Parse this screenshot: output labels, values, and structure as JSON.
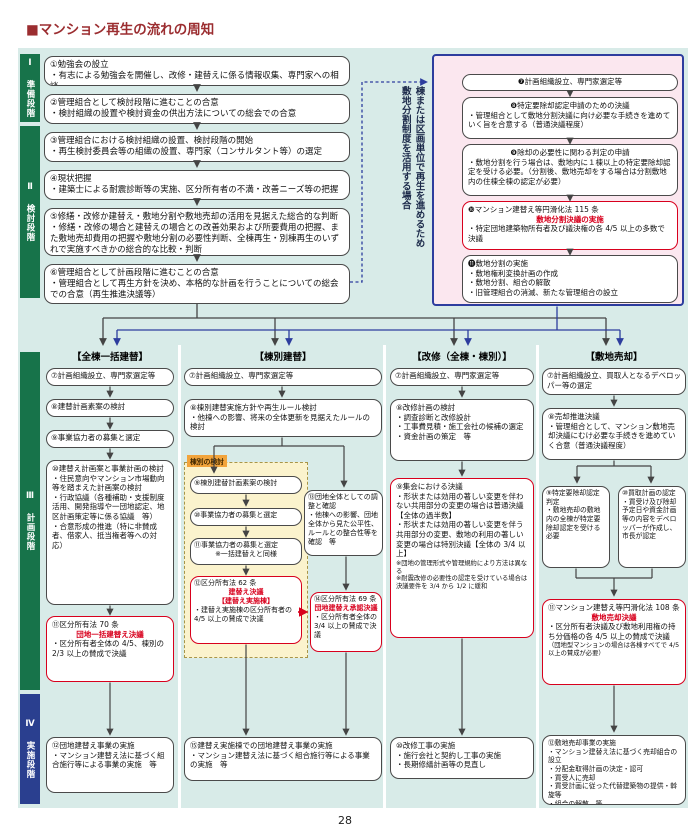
{
  "title": "■マンション再生の流れの周知",
  "page_number": "28",
  "colors": {
    "teal_bg": "#d8ebe8",
    "stage_green": "#17734a",
    "stage_navy": "#2a3f8f",
    "accent_red": "#d8001d",
    "panel_pink": "#fbe7ef",
    "panel_border_blue": "#2d3d9e",
    "yellow_panel": "#fbf3cd",
    "orange_tag": "#f2a43c"
  },
  "stages": {
    "s1": "Ⅰ 準備段階",
    "s2": "Ⅱ 検討段階",
    "s3": "Ⅲ 計画段階",
    "s4": "Ⅳ 実施段階"
  },
  "main": {
    "b1": {
      "t": "①勉強会の設立",
      "body": [
        "・有志による勉強会を開催し、改修・建替えに係る情報収集、専門家への相談"
      ]
    },
    "b2": {
      "t": "②管理組合として検討段階に進むことの合意",
      "body": [
        "・検討組織の設置や検討資金の供出方法についての総会での合意"
      ]
    },
    "b3": {
      "t": "③管理組合における検討組織の設置、検討段階の開始",
      "body": [
        "・再生検討委員会等の組織の設置、専門家（コンサルタント等）の選定"
      ]
    },
    "b4": {
      "t": "④現状把握",
      "body": [
        "・建築士による耐震診断等の実施、区分所有者の不満・改善ニーズ等の把握"
      ]
    },
    "b5": {
      "t": "⑤修繕・改修か建替え・敷地分割や敷地売却の活用を見据えた総合的な判断",
      "body": [
        "・修繕・改修の場合と建替えの場合との改善効果および所要費用の把握、また敷地売却費用の把握や敷地分割の必要性判断、全棟再生・別棟再生のいずれで実施すべきかの総合的な比較・判断"
      ]
    },
    "b6": {
      "t": "⑥管理組合として計画段階に進むことの合意",
      "body": [
        "・管理組合として再生方針を決め、本格的な計画を行うことについての総会での合意（再生推進決議等）"
      ]
    }
  },
  "shikichi": {
    "title": "【敷地分割】",
    "side_note": "棟または区画単位で再生を進めるため\n敷地分割制度を活用する場合",
    "stage3": "Ⅲ 計画段階",
    "stage4": "Ⅳ 実施段階",
    "b7": "❼計画組織設立、専門家選定等",
    "b8": {
      "t": "❽特定要除却認定申請のための決議",
      "body": [
        "・管理組合として敷地分割決議に向け必要な手続きを進めていく旨を合意する（普通決議程度）"
      ]
    },
    "b9": {
      "t": "❾除却の必要性に関わる判定の申請",
      "body": [
        "・敷地分割を行う場合は、敷地内に１棟以上の特定要除却認定を受ける必要。（分割後、敷地売却をする場合は分割敷地内の住棟全棟の認定が必要）"
      ]
    },
    "b10": {
      "t": "❿マンション建替え等円滑化法 115 条",
      "red": "敷地分割決議の実施",
      "body": [
        "・特定団地建築物所有者及び議決権の各 4/5 以上の多数で決議"
      ]
    },
    "b11": {
      "t": "⓫敷地分割の実施",
      "body": [
        "・敷地権利変換計画の作成",
        "・敷地分割、組合の解散",
        "・旧管理組合の消滅、新たな管理組合の設立"
      ]
    }
  },
  "col1": {
    "header": "【全棟一括建替】",
    "b7": "⑦計画組織設立、専門家選定等",
    "b8": "⑧建替計画素案の検討",
    "b9": "⑨事業協力者の募集と選定",
    "b10": {
      "t": "⑩建替え計画案と事業計画の検討",
      "body": [
        "・住民意向やマンション市場動向等を踏まえた計画案の検討",
        "・行政協議（各種補助・支援制度活用、開発指導や一団地認定、地区計画策定等に係る協議　等）",
        "・合意形成の推進（特に非賛成者、借家人、抵当権者等への対応）"
      ]
    },
    "b11": {
      "t": "⑪区分所有法 70 条",
      "red": "団地一括建替え決議",
      "body": [
        "・区分所有者全体の 4/5、棟別の 2/3 以上の賛成で決議"
      ]
    },
    "b12": {
      "t": "⑫団地建替え事業の実施",
      "body": [
        "・マンション建替え法に基づく組合施行等による事業の実施　等"
      ]
    }
  },
  "col2": {
    "header": "【棟別建替】",
    "b7": "⑦計画組織設立、専門家選定等",
    "b8": {
      "t": "⑧棟別建替実施方針や再生ルール検討",
      "body": [
        "・他棟への影響、将来の全体更新を見据えたルールの検討"
      ]
    },
    "tag": "棟別の検討",
    "b9": "⑨棟別建替計画素案の検討",
    "b10": "⑩事業協力者の募集と選定",
    "b11": {
      "t": "⑪事業協力者の募集と選定",
      "note": "※一括建替えと同様"
    },
    "b12": {
      "t": "⑫区分所有法 62 条",
      "red1": "建替え決議",
      "red2": "【建替え実施棟】",
      "body": [
        "・建替え実施棟の区分所有者の 4/5 以上の賛成で決議"
      ]
    },
    "b13": {
      "t": "⑬団地全体としての調整と確認",
      "body": [
        "・他棟への影響、団地全体から見た公平性、ルールとの整合性等を確認　等"
      ]
    },
    "b14": {
      "t": "⑭区分所有法 69 条",
      "red": "団地建替え承認決議",
      "body": [
        "・区分所有者全体の 3/4 以上の賛成で決議"
      ]
    },
    "b15": {
      "t": "⑮建替え実施棟での団地建替え事業の実施",
      "body": [
        "・マンション建替え法に基づく組合施行等による事業の実施　等"
      ]
    }
  },
  "col3": {
    "header": "【改修（全棟・棟別）】",
    "b7": "⑦計画組織設立、専門家選定等",
    "b8": {
      "t": "⑧改修計画の検討",
      "body": [
        "・調査診断と改修設計",
        "・工事費見積・施工会社の候補の選定",
        "・資金計画の策定　等"
      ]
    },
    "b9": {
      "t": "⑨集会における決議",
      "body": [
        "・形状または効用の著しい変更を伴わない共用部分の変更の場合は普通決議【全体の過半数】",
        "・形状または効用の著しい変更を伴う共用部分の変更、敷地の利用の著しい変更の場合は特別決議【全体の 3/4 以上】"
      ],
      "notes": [
        "※団地の管理形式や管理規約により方法は異なる",
        "※耐震改修の必要性の認定を受けている場合は決議要件を 3/4 から 1/2 に緩和"
      ]
    },
    "b10": {
      "t": "⑩改修工事の実施",
      "body": [
        "・施行会社と契約し工事の実施",
        "・長期修繕計画等の見直し"
      ]
    }
  },
  "col4": {
    "header": "【敷地売却】",
    "b7": "⑦計画組織設立、買取人となるデベロッパー等の選定",
    "b8": {
      "t": "⑧売却推進決議",
      "body": [
        "・管理組合として、マンション敷地売却決議にむけ必要な手続きを進めていく合意（普通決議程度）"
      ]
    },
    "b9": {
      "t": "⑨特定要除却認定判定",
      "body": [
        "・敷地売却の敷地内の全棟が特定要除却認定を受ける必要"
      ]
    },
    "b10": {
      "t": "⑩買取計画の認定",
      "body": [
        "・買受け及び除却予定日や資金計画等の内容をデベロッパーが作成し、市長が認定"
      ]
    },
    "b11": {
      "t": "⑪マンション建替え等円滑化法 108 条",
      "red": "敷地売却決議",
      "body": [
        "・区分所有者決議及び敷地利用権の持ち分価格の各 4/5 以上の賛成で決議"
      ],
      "notes": [
        "（団地型マンションの場合は各棟すべてで 4/5 以上の賛成が必要）"
      ]
    },
    "b12": {
      "t": "⑫敷地売却事業の実施",
      "body": [
        "・マンション建替え法に基づく売却組合の設立",
        "・分配金取得計画の決定・認可",
        "・買受人に売却",
        "・買受計画に従った代替建築物の提供・斡旋等",
        "・組合の解散　等"
      ]
    }
  }
}
